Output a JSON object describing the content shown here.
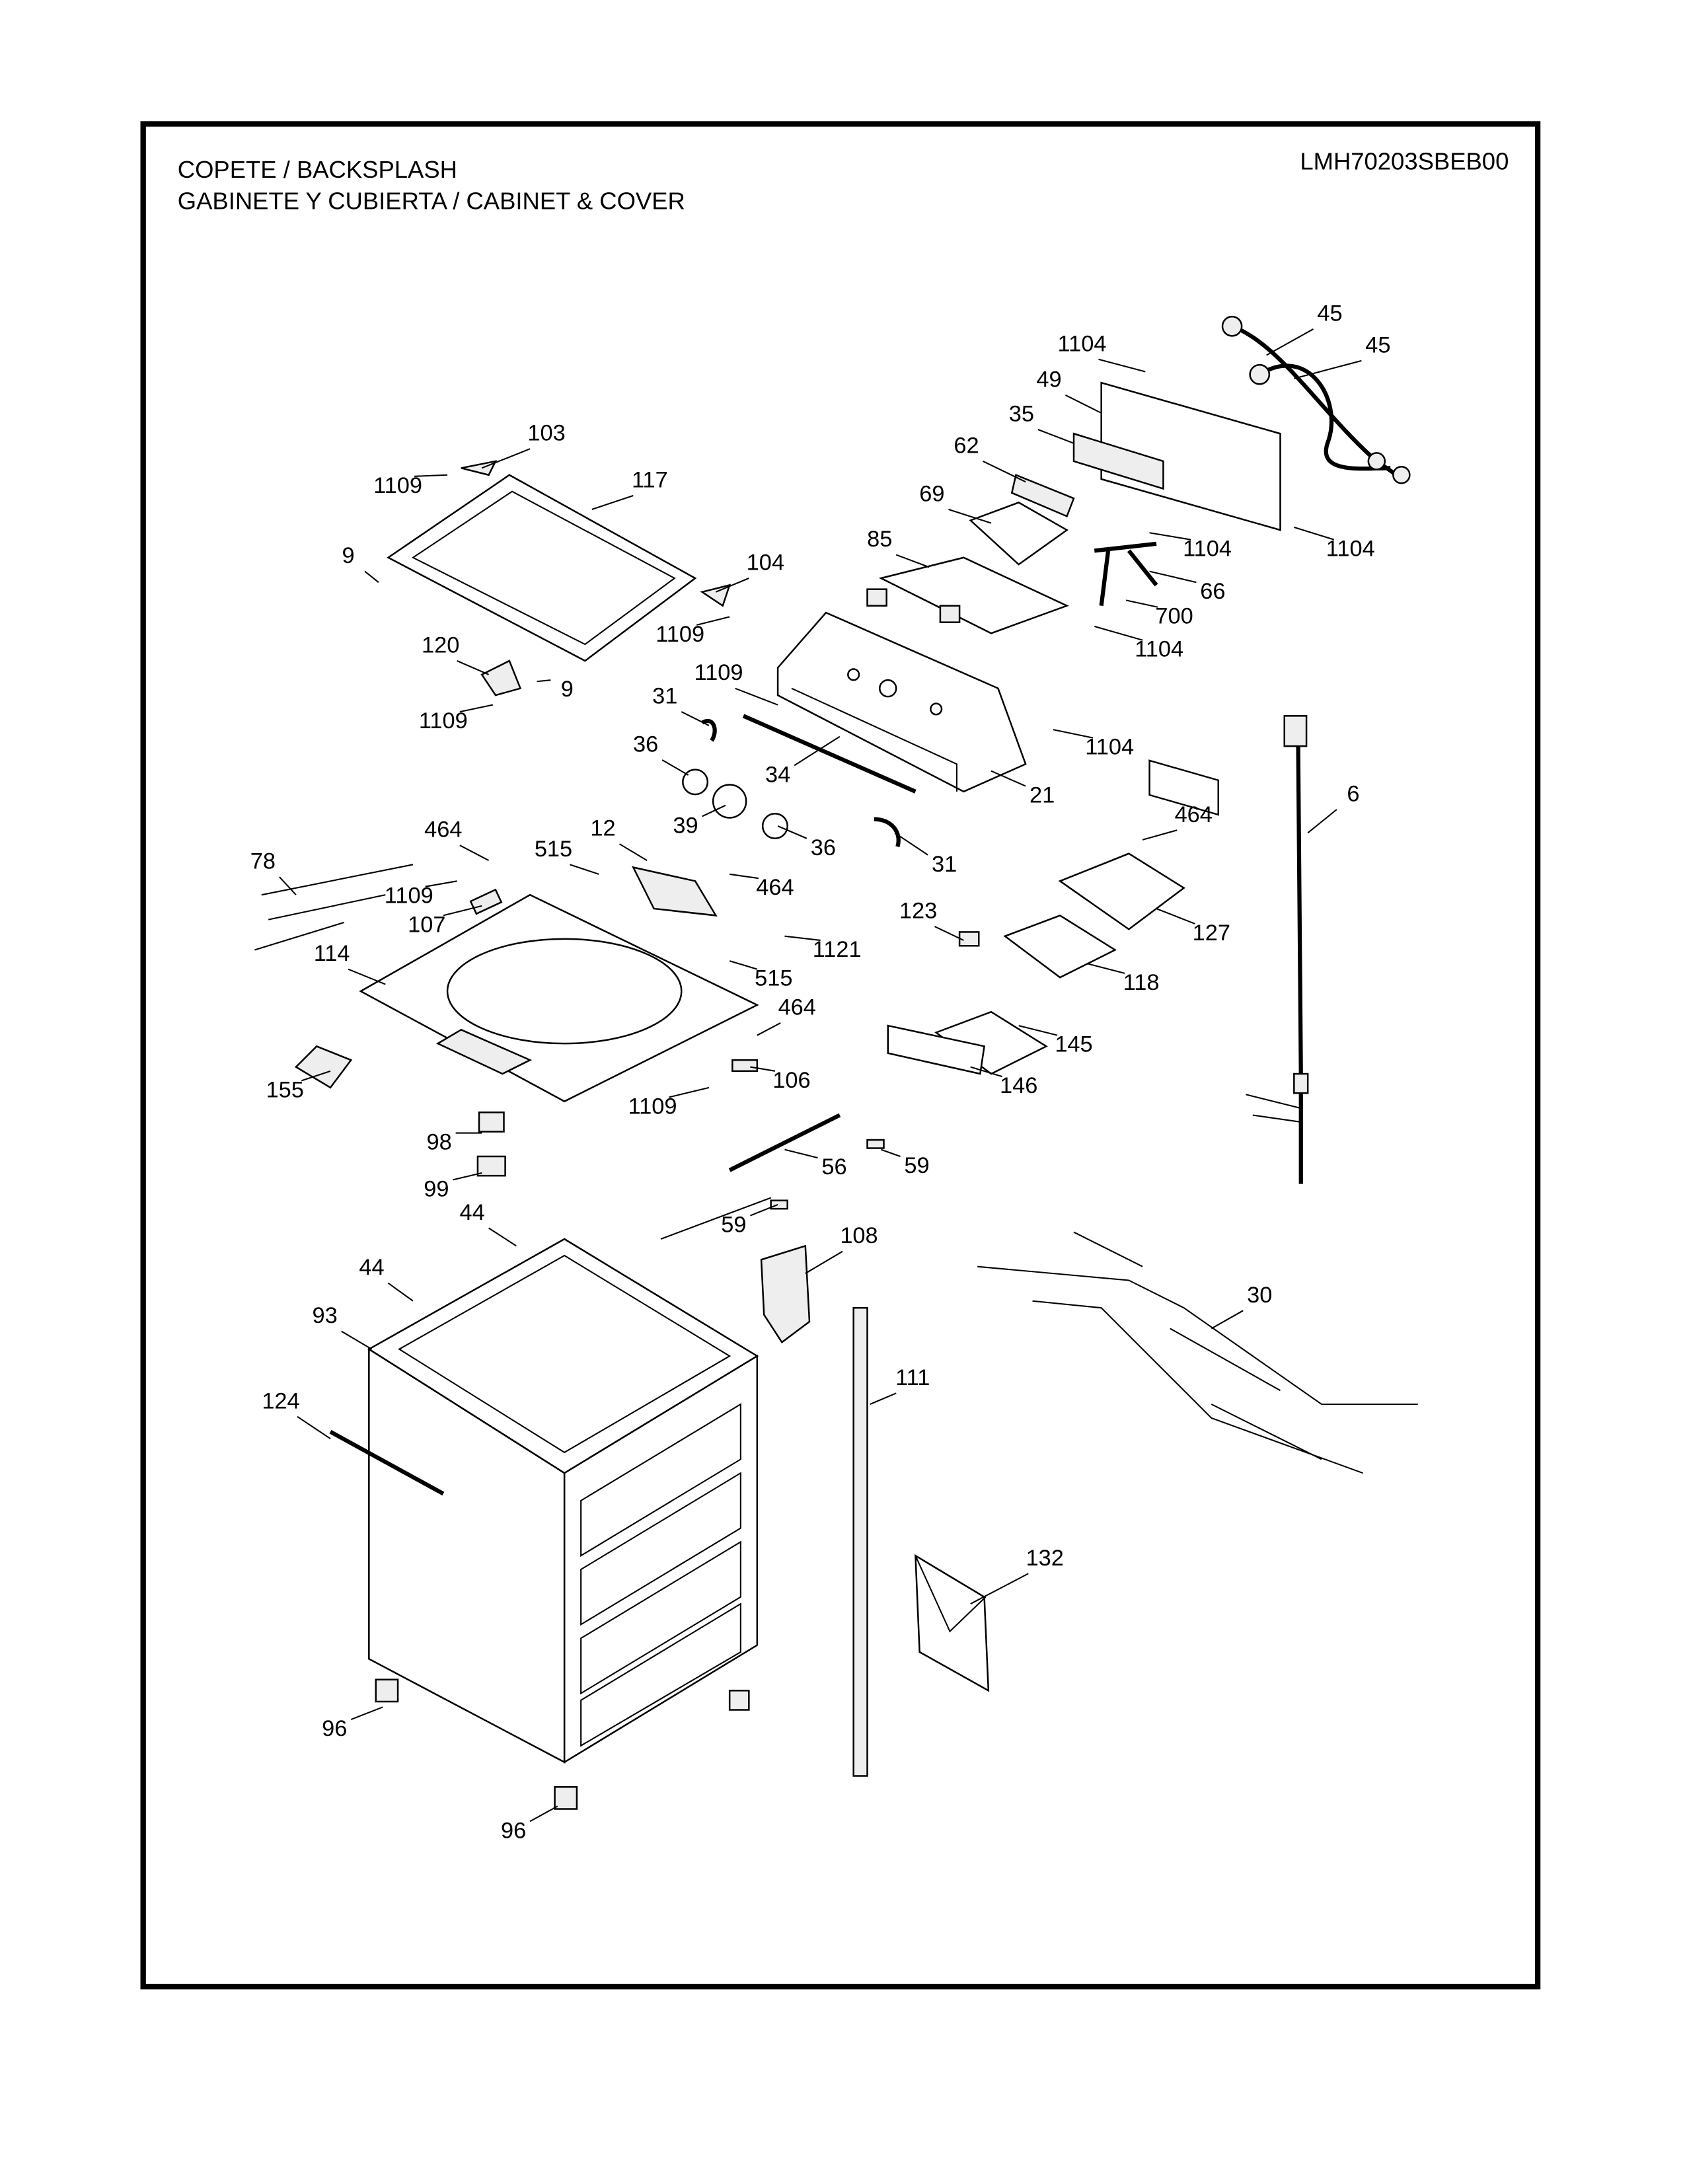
{
  "header": {
    "title_line1": "COPETE / BACKSPLASH",
    "title_line2": "GABINETE Y CUBIERTA / CABINET & COVER",
    "model": "LMH70203SBEB00"
  },
  "callouts": [
    "45",
    "45",
    "1104",
    "49",
    "35",
    "62",
    "69",
    "85",
    "1104",
    "1104",
    "66",
    "700",
    "1104",
    "103",
    "117",
    "1109",
    "9",
    "104",
    "1109",
    "120",
    "9",
    "1109",
    "1109",
    "31",
    "36",
    "34",
    "39",
    "36",
    "31",
    "21",
    "1104",
    "6",
    "464",
    "127",
    "464",
    "78",
    "1109",
    "107",
    "515",
    "12",
    "464",
    "123",
    "118",
    "1121",
    "114",
    "515",
    "464",
    "145",
    "106",
    "146",
    "155",
    "1109",
    "98",
    "99",
    "56",
    "59",
    "59",
    "44",
    "44",
    "108",
    "93",
    "30",
    "111",
    "124",
    "132",
    "96",
    "96"
  ]
}
